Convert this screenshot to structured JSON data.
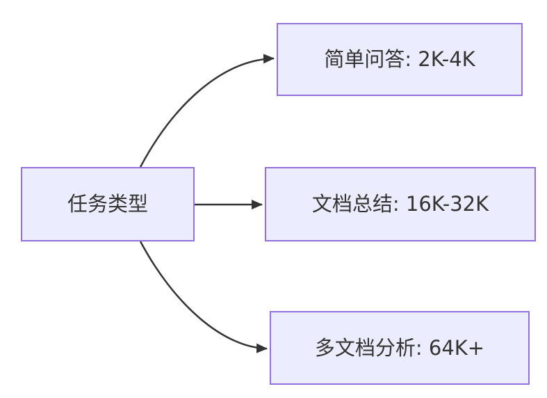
{
  "diagram": {
    "type": "flowchart",
    "direction": "left-to-right",
    "source": {
      "label": "任务类型"
    },
    "targets": [
      {
        "label": "简单问答: 2K-4K"
      },
      {
        "label": "文档总结: 16K-32K"
      },
      {
        "label": "多文档分析: 64K+"
      }
    ],
    "edges": [
      {
        "from": "任务类型",
        "to": "简单问答: 2K-4K"
      },
      {
        "from": "任务类型",
        "to": "文档总结: 16K-32K"
      },
      {
        "from": "任务类型",
        "to": "多文档分析: 64K+"
      }
    ],
    "colors": {
      "node_fill": "#ECECFF",
      "node_border": "#9370DB",
      "edge_line": "#333333",
      "text": "#333333",
      "background": "#FFFFFF"
    }
  }
}
